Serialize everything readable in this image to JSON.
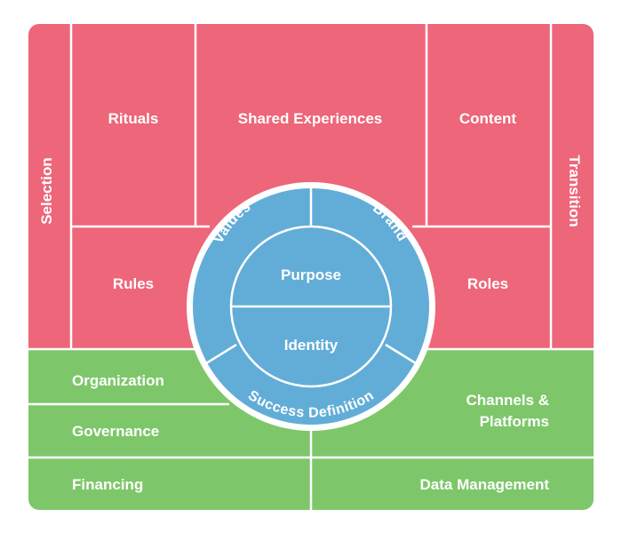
{
  "colors": {
    "pink": "#ED6679",
    "green": "#7DC76A",
    "blue": "#62ADD8",
    "divider": "#ffffff",
    "background": "#ffffff"
  },
  "top_region": {
    "left_column": "Selection",
    "right_column": "Transition",
    "cells": {
      "rituals": "Rituals",
      "shared_experiences": "Shared Experiences",
      "content": "Content",
      "rules": "Rules",
      "roles": "Roles"
    }
  },
  "bottom_region": {
    "organization": "Organization",
    "governance": "Governance",
    "financing": "Financing",
    "channels_platforms_line1": "Channels &",
    "channels_platforms_line2": "Platforms",
    "data_management": "Data Management"
  },
  "center_circle": {
    "ring": {
      "values": "Values",
      "brand": "Brand",
      "success_definition": "Success Definition"
    },
    "core": {
      "purpose": "Purpose",
      "identity": "Identity"
    }
  }
}
